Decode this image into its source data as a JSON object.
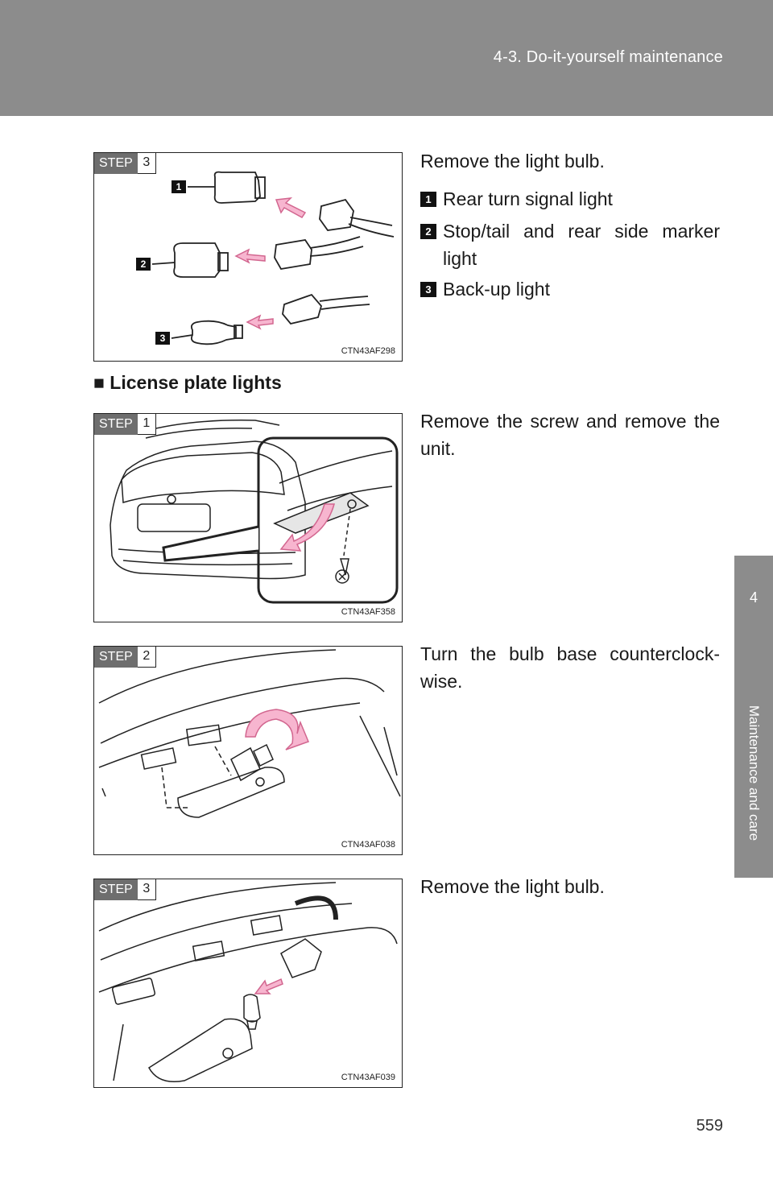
{
  "header": {
    "title": "4-3. Do-it-yourself maintenance"
  },
  "side_tab": {
    "number": "4",
    "label": "Maintenance and care"
  },
  "figures": [
    {
      "step_word": "STEP",
      "step_num": "3",
      "code": "CTN43AF298",
      "badges": [
        "1",
        "2",
        "3"
      ]
    },
    {
      "step_word": "STEP",
      "step_num": "1",
      "code": "CTN43AF358"
    },
    {
      "step_word": "STEP",
      "step_num": "2",
      "code": "CTN43AF038"
    },
    {
      "step_word": "STEP",
      "step_num": "3",
      "code": "CTN43AF039"
    }
  ],
  "step3_top": {
    "text": "Remove the light bulb.",
    "items": [
      {
        "badge": "1",
        "label": "Rear turn signal light"
      },
      {
        "badge": "2",
        "label": "Stop/tail and rear side marker light"
      },
      {
        "badge": "3",
        "label": "Back-up light"
      }
    ]
  },
  "section": {
    "marker": "■",
    "title": "License plate lights"
  },
  "license": {
    "step1_text": "Remove the screw and remove the unit.",
    "step2_text": "Turn the bulb base counterclock-wise.",
    "step3_text": "Remove the light bulb."
  },
  "page_number": "559",
  "colors": {
    "header_gray": "#8c8c8c",
    "arrow_pink": "#f4a0c0",
    "step_gray": "#6e6e6e"
  }
}
